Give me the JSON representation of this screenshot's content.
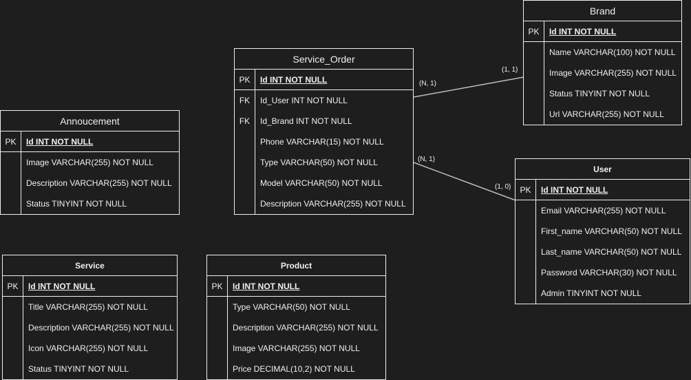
{
  "tables": {
    "brand": {
      "title": "Brand",
      "pk": {
        "key": "PK",
        "field": "Id INT NOT NULL"
      },
      "rows": [
        {
          "key": "",
          "field": "Name VARCHAR(100) NOT NULL"
        },
        {
          "key": "",
          "field": "Image VARCHAR(255) NOT NULL"
        },
        {
          "key": "",
          "field": "Status TINYINT NOT NULL"
        },
        {
          "key": "",
          "field": "Url VARCHAR(255)  NOT NULL"
        }
      ]
    },
    "service_order": {
      "title": "Service_Order",
      "pk": {
        "key": "PK",
        "field": "Id INT NOT NULL"
      },
      "rows": [
        {
          "key": "FK",
          "field": "Id_User INT NOT NULL"
        },
        {
          "key": "FK",
          "field": "Id_Brand INT NOT NULL"
        },
        {
          "key": "",
          "field": "Phone VARCHAR(15) NOT NULL"
        },
        {
          "key": "",
          "field": "Type VARCHAR(50) NOT NULL"
        },
        {
          "key": "",
          "field": "Model VARCHAR(50) NOT NULL"
        },
        {
          "key": "",
          "field": "Description VARCHAR(255) NOT NULL"
        }
      ]
    },
    "annoucement": {
      "title": "Annoucement",
      "pk": {
        "key": "PK",
        "field": "Id INT NOT NULL"
      },
      "rows": [
        {
          "key": "",
          "field": "Image VARCHAR(255) NOT NULL"
        },
        {
          "key": "",
          "field": "Description VARCHAR(255) NOT NULL"
        },
        {
          "key": "",
          "field": "Status TINYINT NOT NULL"
        }
      ]
    },
    "user": {
      "title": "User",
      "pk": {
        "key": "PK",
        "field": "Id INT NOT NULL"
      },
      "rows": [
        {
          "key": "",
          "field": "Email VARCHAR(255) NOT NULL"
        },
        {
          "key": "",
          "field": "First_name VARCHAR(50) NOT NULL"
        },
        {
          "key": "",
          "field": "Last_name VARCHAR(50) NOT NULL"
        },
        {
          "key": "",
          "field": "Password VARCHAR(30) NOT NULL"
        },
        {
          "key": "",
          "field": "Admin TINYINT NOT NULL"
        }
      ]
    },
    "service": {
      "title": "Service",
      "pk": {
        "key": "PK",
        "field": "Id INT NOT NULL"
      },
      "rows": [
        {
          "key": "",
          "field": "Title VARCHAR(255) NOT NULL"
        },
        {
          "key": "",
          "field": "Description VARCHAR(255) NOT NULL"
        },
        {
          "key": "",
          "field": "Icon VARCHAR(255) NOT NULL"
        },
        {
          "key": "",
          "field": "Status TINYINT NOT NULL"
        }
      ]
    },
    "product": {
      "title": "Product",
      "pk": {
        "key": "PK",
        "field": "Id INT NOT NULL"
      },
      "rows": [
        {
          "key": "",
          "field": "Type VARCHAR(50) NOT NULL"
        },
        {
          "key": "",
          "field": "Description VARCHAR(255) NOT NULL"
        },
        {
          "key": "",
          "field": "Image VARCHAR(255) NOT NULL"
        },
        {
          "key": "",
          "field": "Price DECIMAL(10,2) NOT NULL"
        }
      ]
    }
  },
  "relations": {
    "order_brand": {
      "from_card": "(N, 1)",
      "to_card": "(1, 1)"
    },
    "order_user": {
      "from_card": "(N, 1)",
      "to_card": "(1, 0)"
    }
  },
  "colors": {
    "background": "#1e1e1e",
    "line": "#f0f0f0",
    "text": "#f0f0f0"
  }
}
